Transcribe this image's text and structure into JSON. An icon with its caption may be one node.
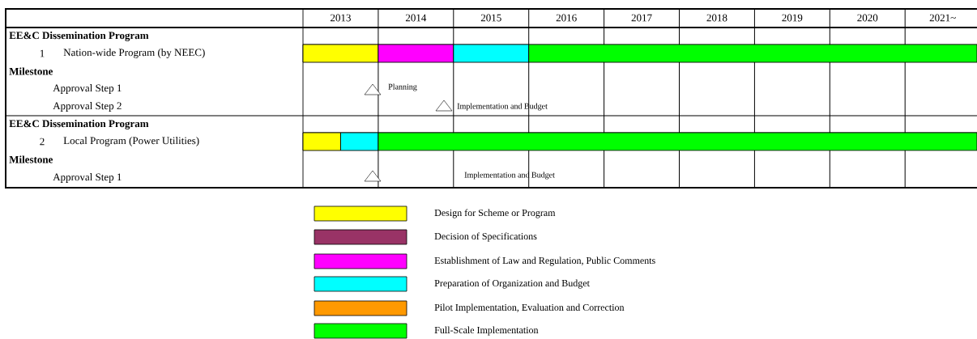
{
  "diagram": {
    "nodes": [
      {
        "text": [],
        "shape": "bar"
      },
      {
        "text": [],
        "shape": "bar"
      },
      {
        "text": [],
        "shape": "bar"
      },
      {
        "text": [],
        "shape": "bar"
      },
      {
        "text": [],
        "shape": "bar"
      },
      {
        "text": [],
        "shape": "bar"
      },
      {
        "text": [],
        "shape": "bar"
      }
    ],
    "labels": [
      "2013",
      "2014",
      "2015",
      "2016",
      "2017",
      "2018",
      "2019",
      "2020",
      "2021~",
      "EE&C Dissemination Program",
      "1",
      "Nation-wide Program (by NEEC)",
      "Milestone",
      "Approval Step 1",
      "Planning",
      "Approval Step 2",
      "Implementation and Budget",
      "EE&C Dissemination Program",
      "2",
      "Local Program (Power Utilities)",
      "Milestone",
      "Approval Step 1",
      "Implementation and Budget"
    ],
    "legend": [
      {
        "text": "Design for Scheme or Program",
        "color": "#ffff00"
      },
      {
        "text": "Decision of Specifications",
        "color": "#993366"
      },
      {
        "text": "Establishment of Law and Regulation, Public Comments",
        "color": "#ff00ff"
      },
      {
        "text": "Preparation of Organization and Budget",
        "color": "#00ffff"
      },
      {
        "text": "Pilot Implementation, Evaluation and Correction",
        "color": "#ff9900"
      },
      {
        "text": "Full-Scale Implementation",
        "color": "#00ff00"
      }
    ]
  }
}
